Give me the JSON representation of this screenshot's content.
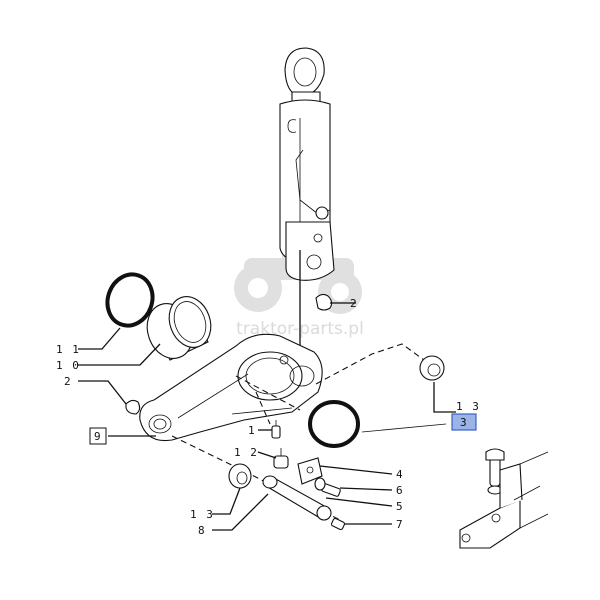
{
  "diagram": {
    "watermark": "traktor-parts.pl",
    "callouts": [
      {
        "id": "c11",
        "text": "1 1"
      },
      {
        "id": "c10",
        "text": "1 0"
      },
      {
        "id": "c2a",
        "text": "2"
      },
      {
        "id": "c9",
        "text": "9"
      },
      {
        "id": "c1",
        "text": "1"
      },
      {
        "id": "c12",
        "text": "1 2"
      },
      {
        "id": "c13a",
        "text": "1 3"
      },
      {
        "id": "c8",
        "text": "8"
      },
      {
        "id": "c2b",
        "text": "2"
      },
      {
        "id": "c13b",
        "text": "1 3"
      },
      {
        "id": "c3",
        "text": "3"
      },
      {
        "id": "c4",
        "text": "4"
      },
      {
        "id": "c6",
        "text": "6"
      },
      {
        "id": "c5",
        "text": "5"
      },
      {
        "id": "c7",
        "text": "7"
      }
    ],
    "colors": {
      "line": "#111111",
      "highlight_box": "#9ab4e8",
      "highlight_border": "#3a62c4",
      "watermark": "#c8c8c8"
    }
  }
}
